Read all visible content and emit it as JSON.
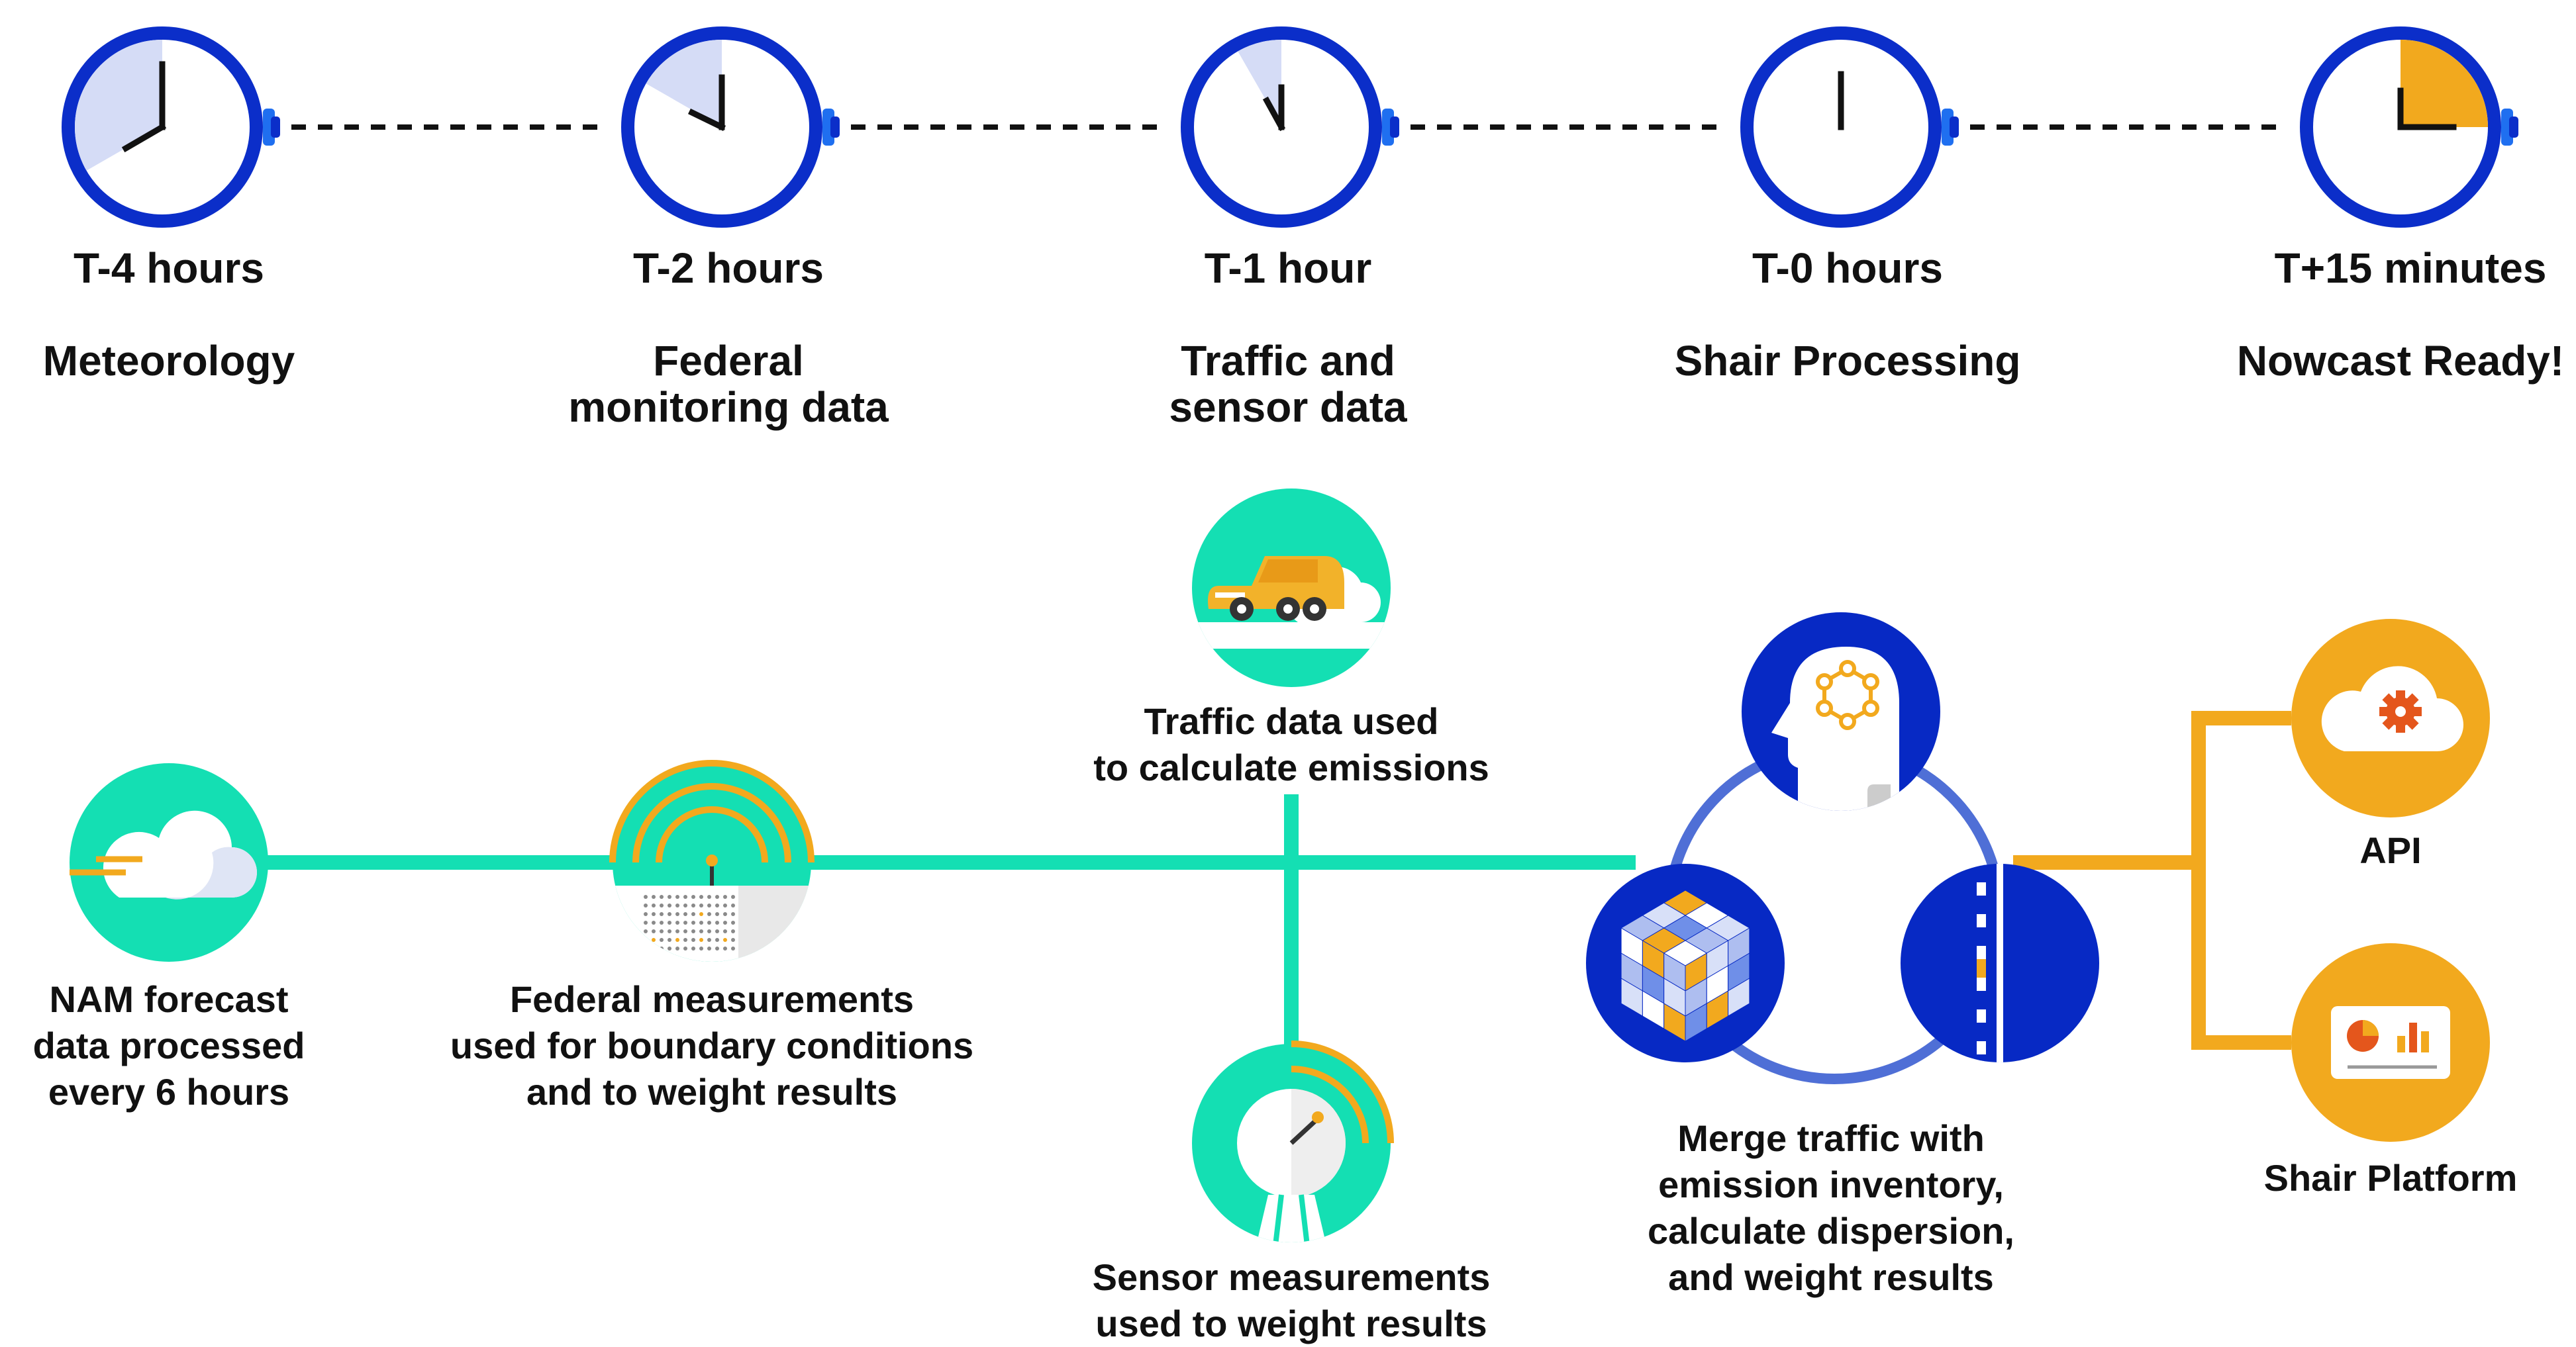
{
  "colors": {
    "clock_blue": "#0b2ec9",
    "knob_blue": "#1f6ff0",
    "elapsed_fill": "#d5dcf6",
    "ready_fill": "#f2a91e",
    "teal": "#14dfb3",
    "orange": "#f2a91e",
    "dark_blue": "#0729c4",
    "ring_blue": "#4f6fd6",
    "car_orange": "#f2b22a"
  },
  "timeline": [
    {
      "time": "T-4 hours",
      "title": "Meteorology",
      "elapsed_fraction": 0.333
    },
    {
      "time": "T-2 hours",
      "title": "Federal monitoring data",
      "title_lines": [
        "Federal",
        "monitoring data"
      ],
      "elapsed_fraction": 0.167
    },
    {
      "time": "T-1 hour",
      "title": "Traffic and sensor data",
      "title_lines": [
        "Traffic and",
        "sensor data"
      ],
      "elapsed_fraction": 0.083
    },
    {
      "time": "T-0 hours",
      "title": "Shair Processing",
      "elapsed_fraction": 0
    },
    {
      "time": "T+15 minutes",
      "title": "Nowcast Ready!",
      "elapsed_fraction": 0.25
    }
  ],
  "flow": {
    "nam": {
      "icon": "cloud-icon",
      "lines": [
        "NAM forecast",
        "data processed",
        "every 6 hours"
      ]
    },
    "federal": {
      "icon": "monitoring-station-icon",
      "lines": [
        "Federal measurements",
        "used for boundary conditions",
        "and to weight results"
      ]
    },
    "traffic": {
      "icon": "car-icon",
      "lines": [
        "Traffic data used",
        "to calculate emissions"
      ]
    },
    "sensor": {
      "icon": "sensor-icon",
      "lines": [
        "Sensor measurements",
        "used to weight results"
      ]
    },
    "processing": {
      "icons": [
        "brain-network-icon",
        "emission-cube-icon",
        "road-icon"
      ],
      "lines": [
        "Merge traffic with",
        "emission inventory,",
        "calculate dispersion,",
        "and weight results"
      ]
    },
    "api": {
      "icon": "cloud-gear-icon",
      "label": "API"
    },
    "platform": {
      "icon": "dashboard-chart-icon",
      "label": "Shair Platform"
    }
  }
}
